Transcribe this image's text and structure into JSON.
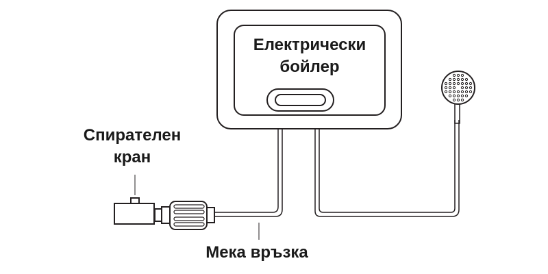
{
  "boiler": {
    "line1": "Електрически",
    "line2": "бойлер"
  },
  "valve": {
    "line1": "Спирателен",
    "line2": "кран"
  },
  "hose": {
    "label": "Мека връзка"
  },
  "colors": {
    "stroke": "#231f20",
    "text": "#1a1a1a"
  }
}
